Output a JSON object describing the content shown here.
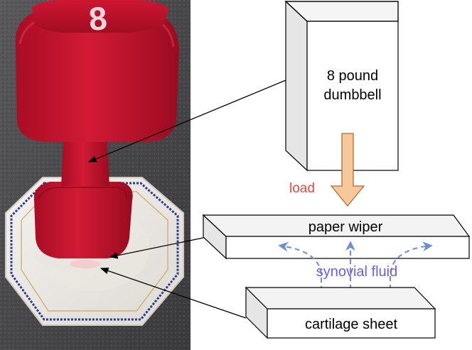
{
  "photo": {
    "dumbbell_weight_marking": "8"
  },
  "diagram": {
    "dumbbell_label_line1": "8 pound",
    "dumbbell_label_line2": "dumbbell",
    "load_label": "load",
    "paper_wiper_label": "paper wiper",
    "fluid_label": "synovial fluid",
    "cartilage_label": "cartilage sheet"
  },
  "colors": {
    "dumbbell_red": "#c8102e",
    "load_label": "#e8453c",
    "load_arrow_fill": "#f8c89a",
    "load_arrow_stroke": "#b06a35",
    "fluid": "#6b8fd6",
    "fluid_label": "#6a5cf0"
  }
}
